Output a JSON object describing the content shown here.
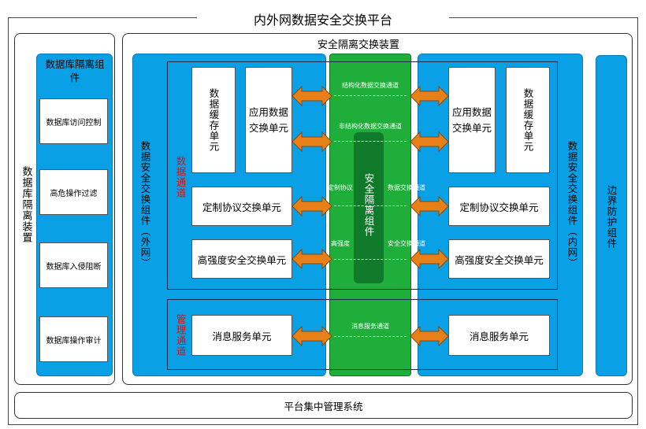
{
  "platform": {
    "title": "内外网数据安全交换平台"
  },
  "left_device": {
    "label": "数据库隔离装置",
    "component_title": "数据库隔离组件",
    "items": [
      "数据库访问控制",
      "高危操作过滤",
      "数据库入侵阻断",
      "数据库操作审计"
    ]
  },
  "exchange_device": {
    "title": "安全隔离交换装置"
  },
  "outer": {
    "label": "数据安全交换组件（外网）"
  },
  "inner": {
    "label": "数据安全交换组件（内网）"
  },
  "data_channel_label": "数据通道",
  "mgmt_channel_label": "管理通道",
  "units": {
    "cache": "数据缓存单元",
    "app": "应用数据交换单元",
    "protocol": "定制协议交换单元",
    "security": "高强度安全交换单元",
    "message": "消息服务单元"
  },
  "isolation": {
    "label": "安全隔离组件"
  },
  "channels": {
    "structured": "结构化数据交换通道",
    "unstructured": "非结构化数据交换通道",
    "protocol_left": "定制协议",
    "protocol_right": "数据交换通道",
    "security_left": "高强度",
    "security_right": "安全交换通道",
    "message": "消息服务通道"
  },
  "border": {
    "label": "边界防护组件"
  },
  "management": {
    "label": "平台集中管理系统"
  },
  "colors": {
    "blue": "#0aa0e6",
    "green": "#1fae3a",
    "arrow": "#e8801a",
    "channel_dash": "#ffd23f"
  }
}
